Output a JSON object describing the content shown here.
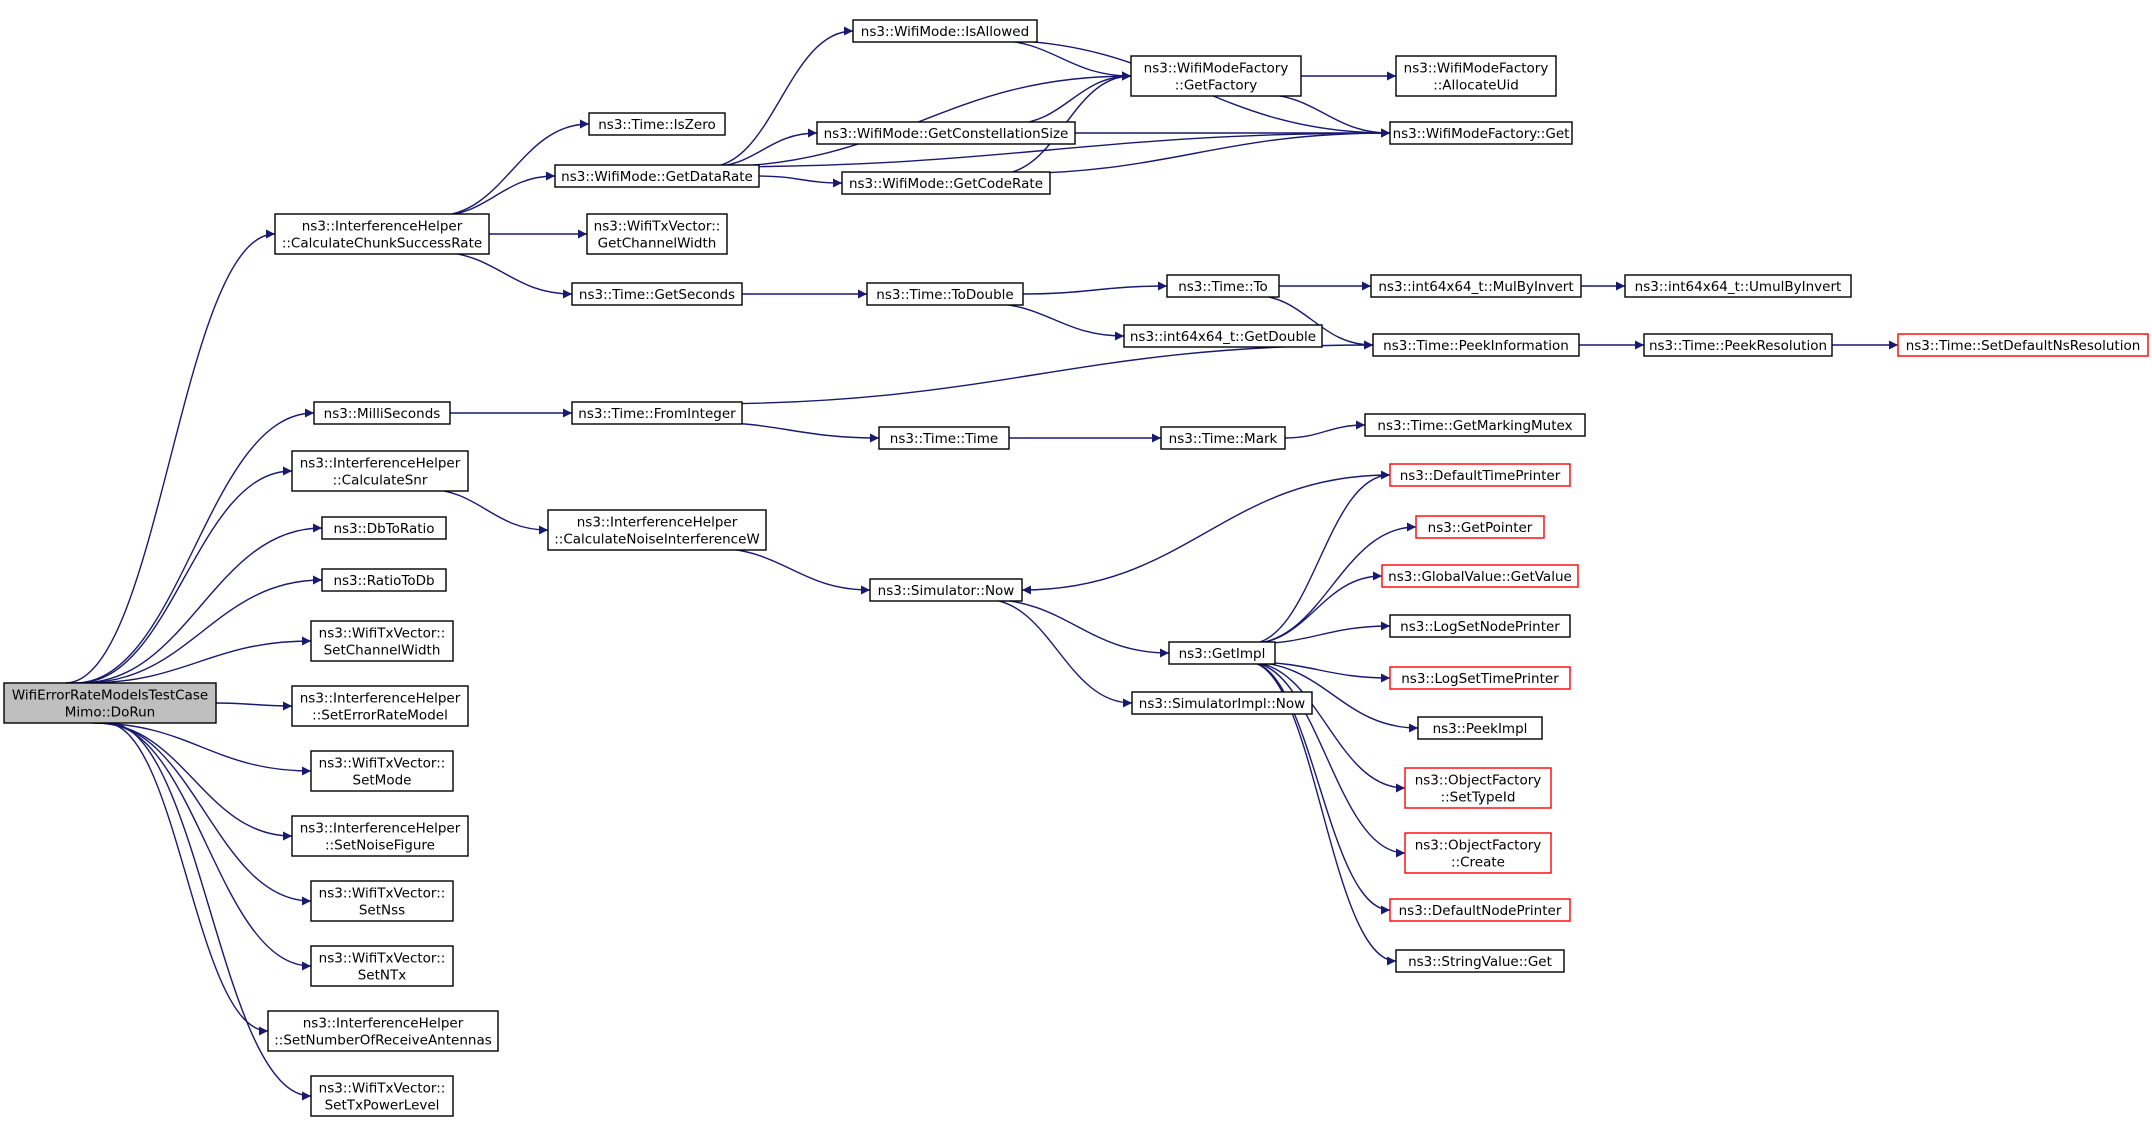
{
  "diagram": {
    "type": "call-graph",
    "colors": {
      "edge": "#191970",
      "root_fill": "#bfbfbf",
      "border": "#000000",
      "truncated_border": "#ff0000"
    },
    "nodes": [
      {
        "id": "root",
        "lines": [
          "WifiErrorRateModelsTestCase",
          "Mimo::DoRun"
        ],
        "style": "root"
      },
      {
        "id": "chunk",
        "lines": [
          "ns3::InterferenceHelper",
          "::CalculateChunkSuccessRate"
        ]
      },
      {
        "id": "millis",
        "lines": [
          "ns3::MilliSeconds"
        ]
      },
      {
        "id": "calcsnr",
        "lines": [
          "ns3::InterferenceHelper",
          "::CalculateSnr"
        ]
      },
      {
        "id": "dbtoratio",
        "lines": [
          "ns3::DbToRatio"
        ]
      },
      {
        "id": "ratiotodb",
        "lines": [
          "ns3::RatioToDb"
        ]
      },
      {
        "id": "setchw",
        "lines": [
          "ns3::WifiTxVector::",
          "SetChannelWidth"
        ]
      },
      {
        "id": "seterm",
        "lines": [
          "ns3::InterferenceHelper",
          "::SetErrorRateModel"
        ]
      },
      {
        "id": "setmode",
        "lines": [
          "ns3::WifiTxVector::",
          "SetMode"
        ]
      },
      {
        "id": "setnf",
        "lines": [
          "ns3::InterferenceHelper",
          "::SetNoiseFigure"
        ]
      },
      {
        "id": "setnss",
        "lines": [
          "ns3::WifiTxVector::",
          "SetNss"
        ]
      },
      {
        "id": "setntx",
        "lines": [
          "ns3::WifiTxVector::",
          "SetNTx"
        ]
      },
      {
        "id": "setnra",
        "lines": [
          "ns3::InterferenceHelper",
          "::SetNumberOfReceiveAntennas"
        ]
      },
      {
        "id": "settxpl",
        "lines": [
          "ns3::WifiTxVector::",
          "SetTxPowerLevel"
        ]
      },
      {
        "id": "iszero",
        "lines": [
          "ns3::Time::IsZero"
        ]
      },
      {
        "id": "getdatarate",
        "lines": [
          "ns3::WifiMode::GetDataRate"
        ]
      },
      {
        "id": "getchw",
        "lines": [
          "ns3::WifiTxVector::",
          "GetChannelWidth"
        ]
      },
      {
        "id": "getseconds",
        "lines": [
          "ns3::Time::GetSeconds"
        ]
      },
      {
        "id": "frominteger",
        "lines": [
          "ns3::Time::FromInteger"
        ]
      },
      {
        "id": "calcnoise",
        "lines": [
          "ns3::InterferenceHelper",
          "::CalculateNoiseInterferenceW"
        ]
      },
      {
        "id": "isallowed",
        "lines": [
          "ns3::WifiMode::IsAllowed"
        ]
      },
      {
        "id": "getconst",
        "lines": [
          "ns3::WifiMode::GetConstellationSize"
        ]
      },
      {
        "id": "getcoderate",
        "lines": [
          "ns3::WifiMode::GetCodeRate"
        ]
      },
      {
        "id": "todouble",
        "lines": [
          "ns3::Time::ToDouble"
        ]
      },
      {
        "id": "timetime",
        "lines": [
          "ns3::Time::Time"
        ]
      },
      {
        "id": "simnow",
        "lines": [
          "ns3::Simulator::Now"
        ]
      },
      {
        "id": "getfactory",
        "lines": [
          "ns3::WifiModeFactory",
          "::GetFactory"
        ]
      },
      {
        "id": "timeto",
        "lines": [
          "ns3::Time::To"
        ]
      },
      {
        "id": "getdouble",
        "lines": [
          "ns3::int64x64_t::GetDouble"
        ]
      },
      {
        "id": "timemark",
        "lines": [
          "ns3::Time::Mark"
        ]
      },
      {
        "id": "getimpl",
        "lines": [
          "ns3::GetImpl"
        ]
      },
      {
        "id": "simimplnow",
        "lines": [
          "ns3::SimulatorImpl::Now"
        ]
      },
      {
        "id": "allocuid",
        "lines": [
          "ns3::WifiModeFactory",
          "::AllocateUid"
        ]
      },
      {
        "id": "factoryget",
        "lines": [
          "ns3::WifiModeFactory::Get"
        ]
      },
      {
        "id": "mulbyinv",
        "lines": [
          "ns3::int64x64_t::MulByInvert"
        ]
      },
      {
        "id": "peekinfo",
        "lines": [
          "ns3::Time::PeekInformation"
        ]
      },
      {
        "id": "getmarkmutex",
        "lines": [
          "ns3::Time::GetMarkingMutex"
        ]
      },
      {
        "id": "deftimeprinter",
        "lines": [
          "ns3::DefaultTimePrinter"
        ],
        "style": "red"
      },
      {
        "id": "getpointer",
        "lines": [
          "ns3::GetPointer"
        ],
        "style": "red"
      },
      {
        "id": "globalvalue",
        "lines": [
          "ns3::GlobalValue::GetValue"
        ],
        "style": "red"
      },
      {
        "id": "logsetnode",
        "lines": [
          "ns3::LogSetNodePrinter"
        ]
      },
      {
        "id": "logsettime",
        "lines": [
          "ns3::LogSetTimePrinter"
        ],
        "style": "red"
      },
      {
        "id": "peekimpl",
        "lines": [
          "ns3::PeekImpl"
        ]
      },
      {
        "id": "objsettype",
        "lines": [
          "ns3::ObjectFactory",
          "::SetTypeId"
        ],
        "style": "red"
      },
      {
        "id": "objcreate",
        "lines": [
          "ns3::ObjectFactory",
          "::Create"
        ],
        "style": "red"
      },
      {
        "id": "defnodeprinter",
        "lines": [
          "ns3::DefaultNodePrinter"
        ],
        "style": "red"
      },
      {
        "id": "stringget",
        "lines": [
          "ns3::StringValue::Get"
        ]
      },
      {
        "id": "umulbyinv",
        "lines": [
          "ns3::int64x64_t::UmulByInvert"
        ]
      },
      {
        "id": "peekres",
        "lines": [
          "ns3::Time::PeekResolution"
        ]
      },
      {
        "id": "setdefres",
        "lines": [
          "ns3::Time::SetDefaultNsResolution"
        ],
        "style": "red"
      }
    ],
    "edges": [
      [
        "root",
        "chunk"
      ],
      [
        "root",
        "millis"
      ],
      [
        "root",
        "calcsnr"
      ],
      [
        "root",
        "dbtoratio"
      ],
      [
        "root",
        "ratiotodb"
      ],
      [
        "root",
        "setchw"
      ],
      [
        "root",
        "seterm"
      ],
      [
        "root",
        "setmode"
      ],
      [
        "root",
        "setnf"
      ],
      [
        "root",
        "setnss"
      ],
      [
        "root",
        "setntx"
      ],
      [
        "root",
        "setnra"
      ],
      [
        "root",
        "settxpl"
      ],
      [
        "chunk",
        "iszero"
      ],
      [
        "chunk",
        "getdatarate"
      ],
      [
        "chunk",
        "getchw"
      ],
      [
        "chunk",
        "getseconds"
      ],
      [
        "getdatarate",
        "isallowed"
      ],
      [
        "getdatarate",
        "getfactory"
      ],
      [
        "getdatarate",
        "getconst"
      ],
      [
        "getdatarate",
        "getcoderate"
      ],
      [
        "getdatarate",
        "factoryget"
      ],
      [
        "isallowed",
        "getfactory"
      ],
      [
        "isallowed",
        "factoryget"
      ],
      [
        "getconst",
        "getfactory"
      ],
      [
        "getconst",
        "factoryget"
      ],
      [
        "getcoderate",
        "getfactory"
      ],
      [
        "getcoderate",
        "factoryget"
      ],
      [
        "getfactory",
        "allocuid"
      ],
      [
        "getfactory",
        "factoryget"
      ],
      [
        "getseconds",
        "todouble"
      ],
      [
        "todouble",
        "timeto"
      ],
      [
        "todouble",
        "getdouble"
      ],
      [
        "timeto",
        "mulbyinv"
      ],
      [
        "timeto",
        "peekinfo"
      ],
      [
        "mulbyinv",
        "umulbyinv"
      ],
      [
        "peekinfo",
        "peekres"
      ],
      [
        "peekres",
        "setdefres"
      ],
      [
        "millis",
        "frominteger"
      ],
      [
        "frominteger",
        "peekinfo"
      ],
      [
        "frominteger",
        "timetime"
      ],
      [
        "timetime",
        "timemark"
      ],
      [
        "timemark",
        "getmarkmutex"
      ],
      [
        "calcsnr",
        "calcnoise"
      ],
      [
        "calcnoise",
        "simnow"
      ],
      [
        "simnow",
        "getimpl"
      ],
      [
        "simnow",
        "simimplnow"
      ],
      [
        "deftimeprinter",
        "simnow"
      ],
      [
        "getimpl",
        "deftimeprinter"
      ],
      [
        "getimpl",
        "getpointer"
      ],
      [
        "getimpl",
        "globalvalue"
      ],
      [
        "getimpl",
        "logsetnode"
      ],
      [
        "getimpl",
        "logsettime"
      ],
      [
        "getimpl",
        "peekimpl"
      ],
      [
        "getimpl",
        "objsettype"
      ],
      [
        "getimpl",
        "objcreate"
      ],
      [
        "getimpl",
        "defnodeprinter"
      ],
      [
        "getimpl",
        "stringget"
      ]
    ]
  }
}
